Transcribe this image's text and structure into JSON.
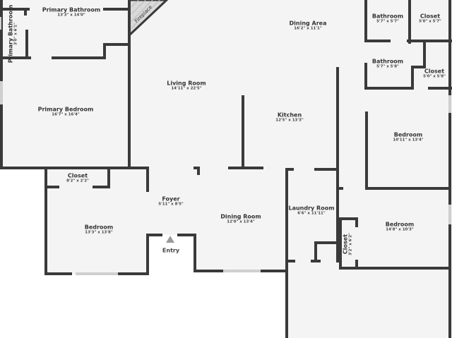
{
  "floorplan": {
    "colors": {
      "wall": "#3a3a3a",
      "floor": "#f4f4f4",
      "window": "#cfcfcf",
      "background": "#ffffff"
    },
    "rooms": [
      {
        "name": "Primary Bathroom",
        "dims": "13'3\" x 14'0\""
      },
      {
        "name": "Primary Bathroom",
        "dims": "3'0\" x 6'1\""
      },
      {
        "name": "Dining Area",
        "dims": "16'2\" x 11'1\""
      },
      {
        "name": "Bathroom",
        "dims": "5'7\" x 5'7\""
      },
      {
        "name": "Closet",
        "dims": "5'0\" x 5'7\""
      },
      {
        "name": "Bathroom",
        "dims": "5'7\" x 5'8\""
      },
      {
        "name": "Closet",
        "dims": "5'0\" x 5'8\""
      },
      {
        "name": "Living Room",
        "dims": "14'11\" x 22'5\""
      },
      {
        "name": "Primary Bedroom",
        "dims": "16'7\" x 16'4\""
      },
      {
        "name": "Kitchen",
        "dims": "12'5\" x 13'3\""
      },
      {
        "name": "Bedroom",
        "dims": "10'11\" x 13'4\""
      },
      {
        "name": "Closet",
        "dims": "8'2\" x 2'2\""
      },
      {
        "name": "Foyer",
        "dims": "5'11\" x 8'5\""
      },
      {
        "name": "Bedroom",
        "dims": "13'3\" x 13'8\""
      },
      {
        "name": "Dining Room",
        "dims": "12'0\" x 13'4\""
      },
      {
        "name": "Laundry Room",
        "dims": "6'6\" x 11'11\""
      },
      {
        "name": "Bedroom",
        "dims": "14'8\" x 10'3\""
      },
      {
        "name": "Closet",
        "dims": "3'2\" x 6'2\""
      }
    ],
    "fireplace_label": "Fireplace",
    "entry_label": "Entry"
  }
}
